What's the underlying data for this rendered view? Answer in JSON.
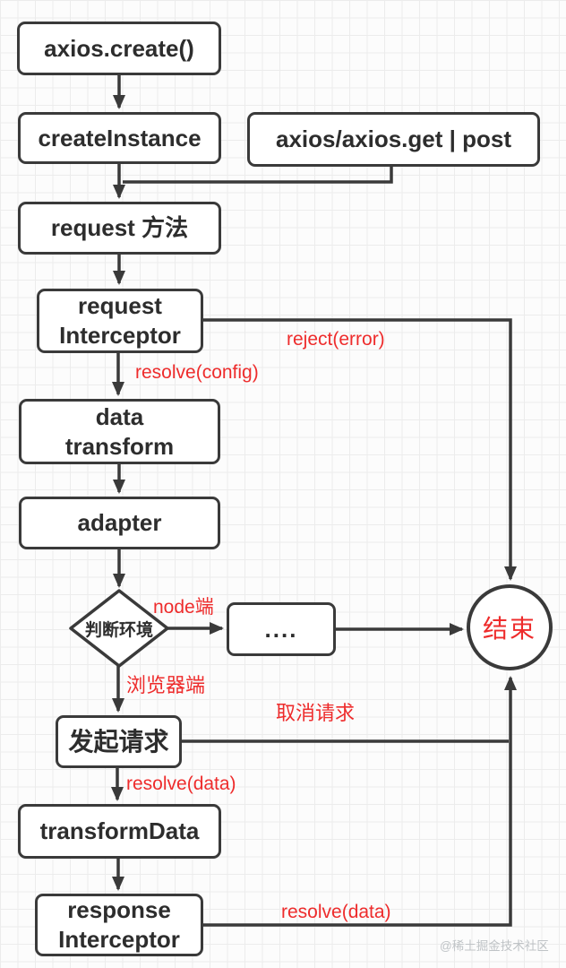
{
  "nodes": {
    "axios_create": {
      "label": "axios.create()"
    },
    "create_instance": {
      "label": "createInstance"
    },
    "axios_get_post": {
      "label": "axios/axios.get | post"
    },
    "request_method": {
      "label": "request 方法"
    },
    "request_interceptor": {
      "lines": [
        "request",
        "Interceptor"
      ]
    },
    "data_transform": {
      "lines": [
        "data",
        "transform"
      ]
    },
    "adapter": {
      "label": "adapter"
    },
    "judge_env": {
      "label": "判断环境"
    },
    "node_branch": {
      "label": "...."
    },
    "end": {
      "label": "结束"
    },
    "send_request": {
      "label": "发起请求"
    },
    "transform_data": {
      "label": "transformData"
    },
    "response_interceptor": {
      "lines": [
        "response",
        "Interceptor"
      ]
    }
  },
  "edge_labels": {
    "reject_error": "reject(error)",
    "resolve_config": "resolve(config)",
    "node_side": "node端",
    "browser_side": "浏览器端",
    "cancel_request": "取消请求",
    "resolve_data_1": "resolve(data)",
    "resolve_data_2": "resolve(data)"
  },
  "watermark": "@稀土掘金技术社区",
  "colors": {
    "stroke": "#3a3a3a",
    "node_text": "#2d2d2d",
    "accent_red": "#ee2c2c",
    "grid": "#ececec",
    "background": "#fcfcfc",
    "watermark": "#bfc3c6"
  }
}
